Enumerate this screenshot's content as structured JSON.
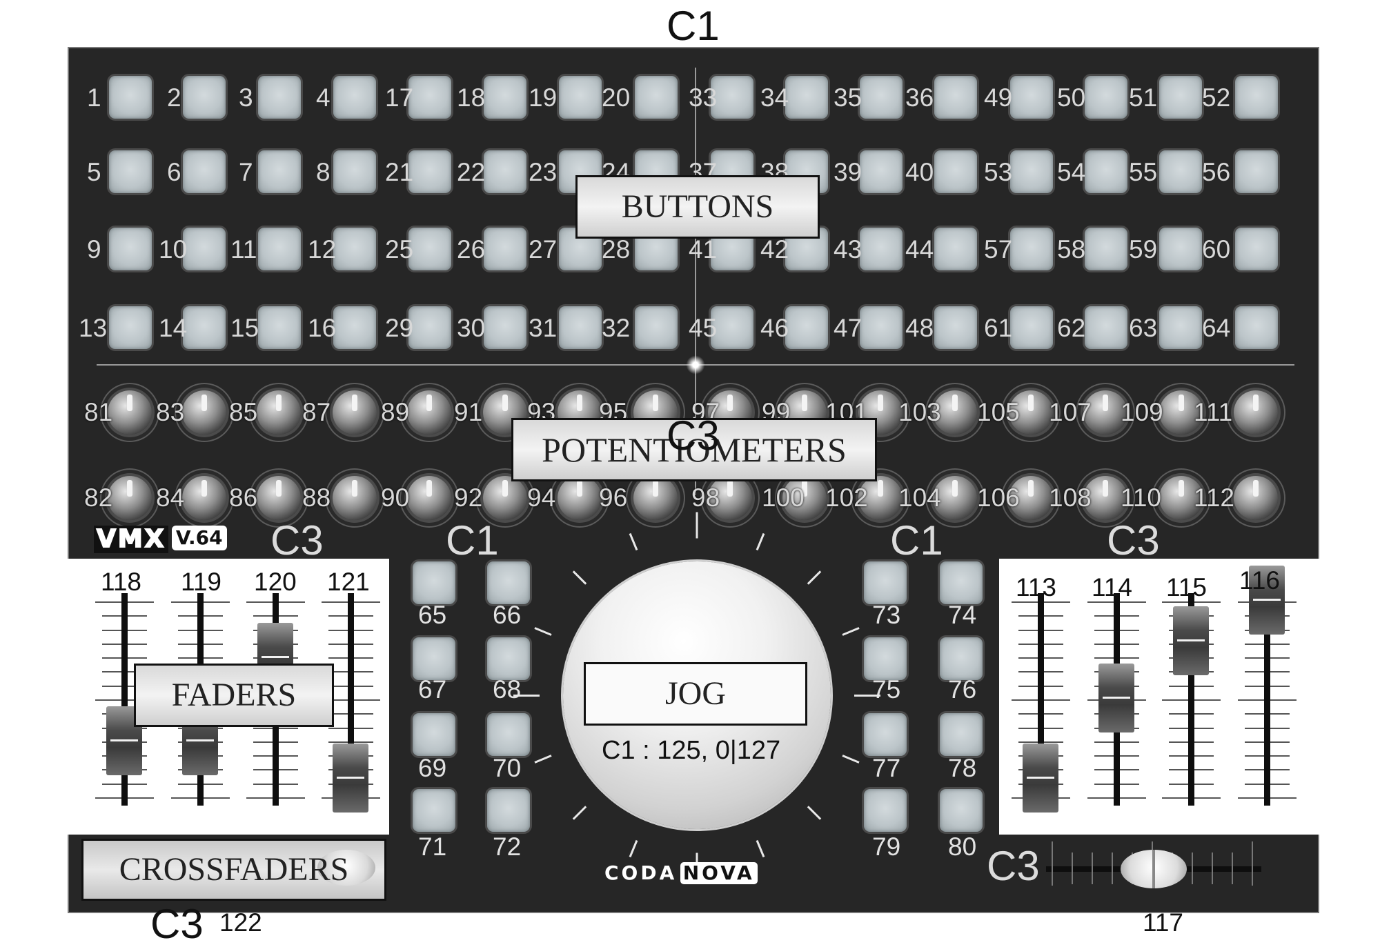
{
  "top_label": "C1",
  "sections": {
    "buttons": "BUTTONS",
    "potentiometers": "POTENTIOMETERS",
    "faders": "FADERS",
    "jog": "JOG",
    "crossfaders": "CROSSFADERS"
  },
  "buttons_grid": [
    [
      "1",
      "2",
      "3",
      "4",
      "17",
      "18",
      "19",
      "20",
      "33",
      "34",
      "35",
      "36",
      "49",
      "50",
      "51",
      "52"
    ],
    [
      "5",
      "6",
      "7",
      "8",
      "21",
      "22",
      "23",
      "24",
      "37",
      "38",
      "39",
      "40",
      "53",
      "54",
      "55",
      "56"
    ],
    [
      "9",
      "10",
      "11",
      "12",
      "25",
      "26",
      "27",
      "28",
      "41",
      "42",
      "43",
      "44",
      "57",
      "58",
      "59",
      "60"
    ],
    [
      "13",
      "14",
      "15",
      "16",
      "29",
      "30",
      "31",
      "32",
      "45",
      "46",
      "47",
      "48",
      "61",
      "62",
      "63",
      "64"
    ]
  ],
  "pot_rows": [
    [
      "81",
      "83",
      "85",
      "87",
      "89",
      "91",
      "93",
      "95",
      "97",
      "99",
      "101",
      "103",
      "105",
      "107",
      "109",
      "111"
    ],
    [
      "82",
      "84",
      "86",
      "88",
      "90",
      "92",
      "94",
      "96",
      "98",
      "100",
      "102",
      "104",
      "106",
      "108",
      "110",
      "112"
    ]
  ],
  "pot_label": "C3",
  "logo": {
    "brand": "VMX",
    "version": "V.64"
  },
  "c_labels": {
    "left_faders": "C3",
    "left_buttons": "C1",
    "right_buttons": "C1",
    "right_faders": "C3",
    "crossfader_right": "C3",
    "crossfader_left": "C3"
  },
  "left_faders": [
    {
      "label": "118",
      "level": 0.21
    },
    {
      "label": "119",
      "level": 0.21
    },
    {
      "label": "120",
      "level": 0.68
    },
    {
      "label": "121",
      "level": 0.0
    }
  ],
  "right_faders": [
    {
      "label": "113",
      "level": 0.0
    },
    {
      "label": "114",
      "level": 0.45
    },
    {
      "label": "115",
      "level": 0.77
    },
    {
      "label": "116",
      "level": 1.0
    }
  ],
  "left_buttons": [
    [
      "65",
      "66"
    ],
    [
      "67",
      "68"
    ],
    [
      "69",
      "70"
    ],
    [
      "71",
      "72"
    ]
  ],
  "right_buttons": [
    [
      "73",
      "74"
    ],
    [
      "75",
      "76"
    ],
    [
      "77",
      "78"
    ],
    [
      "79",
      "80"
    ]
  ],
  "jog_value": "C1 : 125, 0|127",
  "footer_logo": {
    "left": "CODA",
    "right": "NOVA"
  },
  "crossfader_left_number": "122",
  "crossfader_right_number": "117",
  "crossfader_right_level": 0.5
}
